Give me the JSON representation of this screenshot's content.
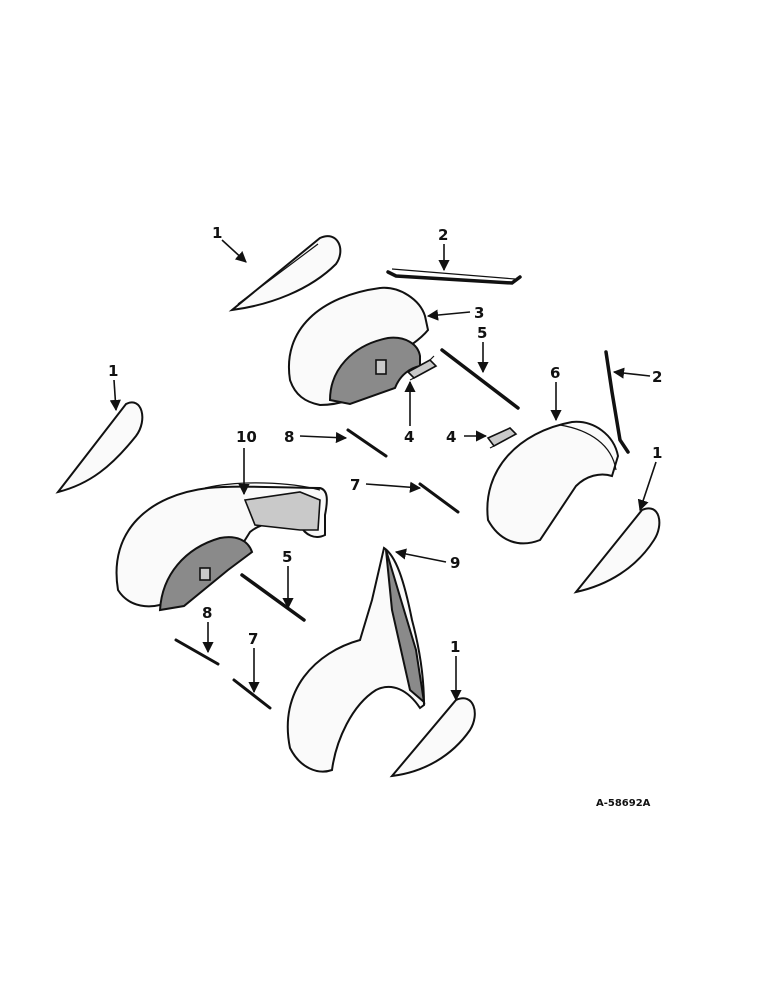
{
  "diagram": {
    "figure_code": "A-58692A",
    "callouts": [
      "1",
      "2",
      "3",
      "5",
      "2",
      "6",
      "1",
      "4",
      "4",
      "10",
      "8",
      "7",
      "1",
      "9",
      "5",
      "8",
      "7",
      "1"
    ]
  },
  "colors": {
    "ink": "#111111",
    "background": "#ffffff",
    "shade": "#8a8a8a"
  }
}
